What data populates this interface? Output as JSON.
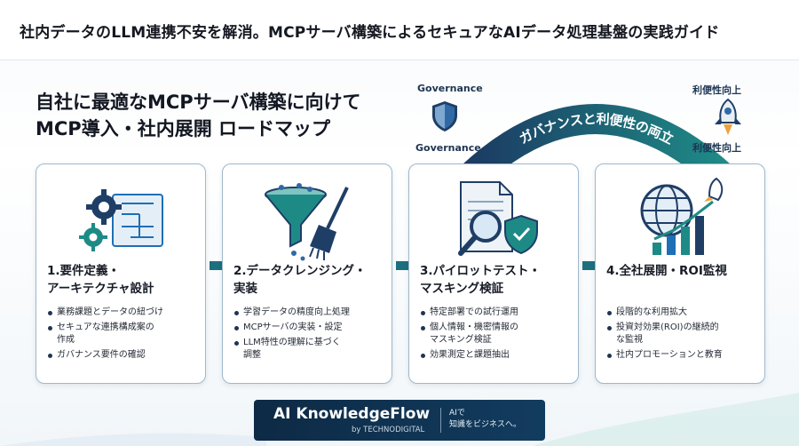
{
  "header": {
    "title": "社内データのLLM連携不安を解消。MCPサーバ構築によるセキュアなAIデータ処理基盤の実践ガイド"
  },
  "main_title": {
    "line1": "自社に最適なMCPサーバ構築に向けて",
    "line2": "MCP導入・社内展開 ロードマップ"
  },
  "governance": {
    "arc_text": "ガバナンスと利便性の両立",
    "left_top_label": "Governance",
    "left_bottom_label": "Governance",
    "right_top_label": "利便性向上",
    "right_bottom_label": "利便性向上",
    "arc_color_start": "#1b3b63",
    "arc_color_end": "#1f8a86"
  },
  "steps": [
    {
      "title_line1": "1.要件定義・",
      "title_line2": "アーキテクチャ設計",
      "icon": "gears-blueprint-icon",
      "bullets": [
        "業務課題とデータの紐づけ",
        "セキュアな連携構成案の\n作成",
        "ガバナンス要件の確認"
      ]
    },
    {
      "title_line1": "2.データクレンジング・",
      "title_line2": "実装",
      "icon": "funnel-broom-icon",
      "bullets": [
        "学習データの精度向上処理",
        "MCPサーバの実装・設定",
        "LLM特性の理解に基づく\n調整"
      ]
    },
    {
      "title_line1": "3.パイロットテスト・",
      "title_line2": "マスキング検証",
      "icon": "document-magnifier-shield-icon",
      "bullets": [
        "特定部署での試行運用",
        "個人情報・機密情報の\nマスキング検証",
        "効果測定と課題抽出"
      ]
    },
    {
      "title_line1": "4.全社展開・ROI監視",
      "title_line2": "",
      "icon": "globe-growth-rocket-icon",
      "bullets": [
        "段階的な利用拡大",
        "投資対効果(ROI)の継続的\nな監視",
        "社内プロモーションと教育"
      ]
    }
  ],
  "brand": {
    "name": "AI KnowledgeFlow",
    "by": "by TECHNODIGITAL",
    "tagline_line1": "AIで",
    "tagline_line2": "知識をビジネスへ。"
  },
  "colors": {
    "navy": "#14304f",
    "teal": "#1d8c87",
    "card_border": "#9fb8cc",
    "accent_blue": "#1e6fb5"
  }
}
